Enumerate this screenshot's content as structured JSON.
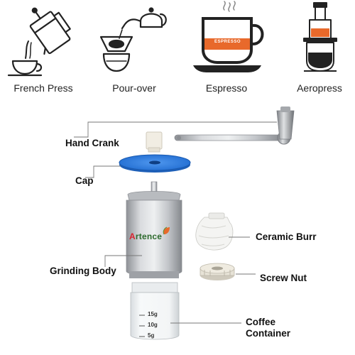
{
  "methods": [
    {
      "label": "French Press",
      "icon": "french-press-icon"
    },
    {
      "label": "Pour-over",
      "icon": "pour-over-icon"
    },
    {
      "label": "Espresso",
      "icon": "espresso-cup-icon"
    },
    {
      "label": "Aeropress",
      "icon": "aeropress-icon"
    }
  ],
  "espresso_cup_text": "ESPRESSO",
  "brand": {
    "first_letter": "A",
    "rest": "rtence"
  },
  "parts": {
    "hand_crank": "Hand Crank",
    "cap": "Cap",
    "ceramic_burr": "Ceramic Burr",
    "grinding_body": "Grinding Body",
    "screw_nut": "Screw Nut",
    "coffee_container_line1": "Coffee",
    "coffee_container_line2": "Container"
  },
  "container_ticks": [
    "15g",
    "10g",
    "5g"
  ],
  "colors": {
    "accent_orange": "#e8692b",
    "cap_blue": "#2f7fe0",
    "steel": "#b9bcc0",
    "text": "#111111"
  }
}
